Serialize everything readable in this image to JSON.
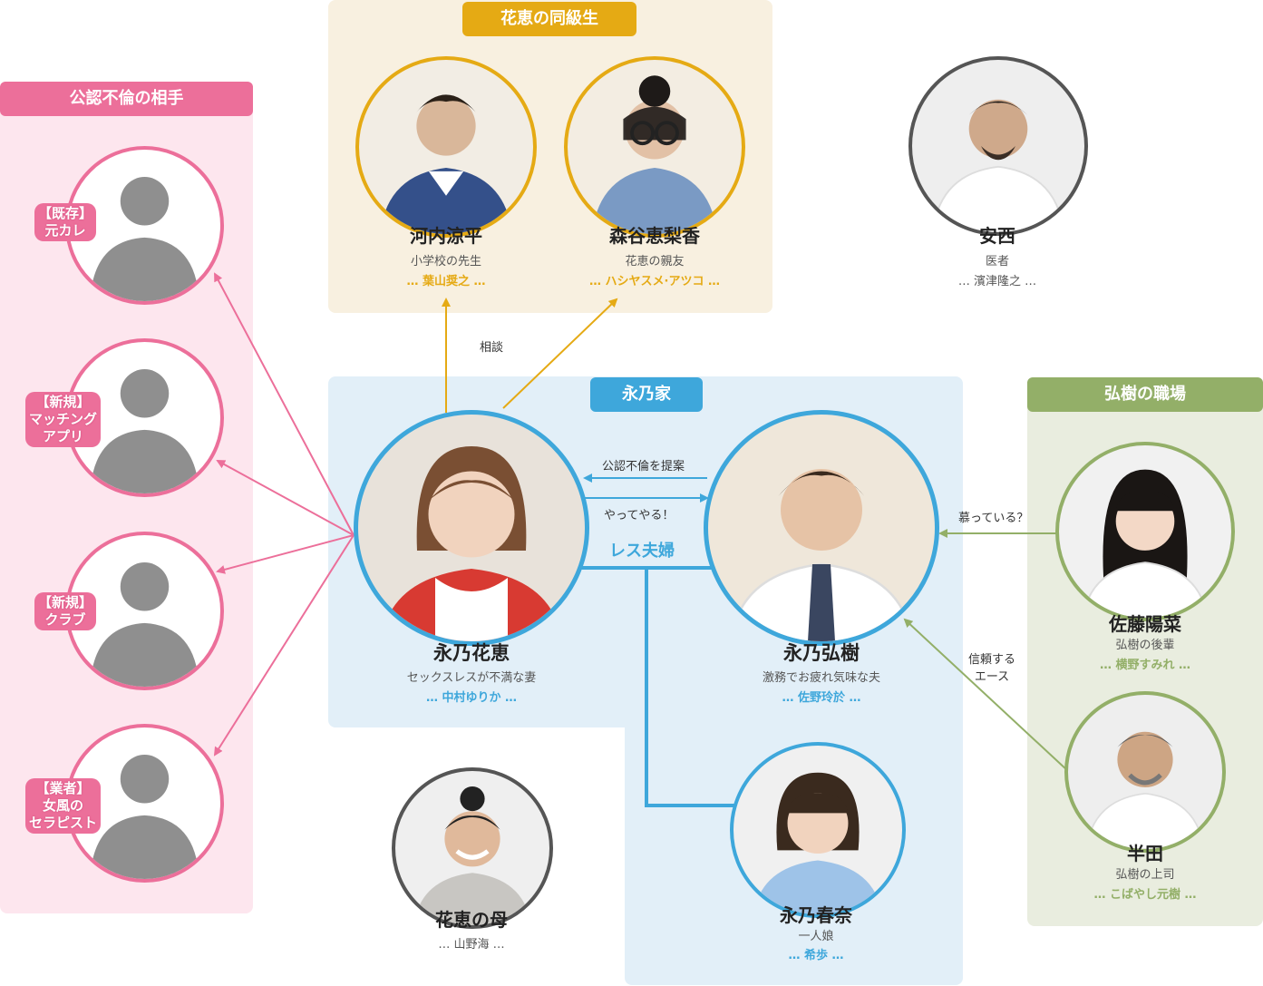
{
  "groups": {
    "affair": "公認不倫の相手",
    "classmates": "花恵の同級生",
    "family": "永乃家",
    "workplace": "弘樹の職場"
  },
  "colors": {
    "pink": "#ec6f9a",
    "gold": "#e5aa14",
    "blue": "#3ea7db",
    "green": "#93af68",
    "gray": "#555555"
  },
  "affair_partners": [
    {
      "tag_line1": "【既存】",
      "tag_line2": "元カレ",
      "tag_line3": ""
    },
    {
      "tag_line1": "【新規】",
      "tag_line2": "マッチング",
      "tag_line3": "アプリ"
    },
    {
      "tag_line1": "【新規】",
      "tag_line2": "クラブ",
      "tag_line3": ""
    },
    {
      "tag_line1": "【業者】",
      "tag_line2": "女風の",
      "tag_line3": "セラピスト"
    }
  ],
  "people": {
    "kawachi": {
      "name": "河内涼平",
      "role": "小学校の先生",
      "actor": "… 葉山奨之 …"
    },
    "moriya": {
      "name": "森谷恵梨香",
      "role": "花恵の親友",
      "actor": "… ハシヤスメ·アツコ …"
    },
    "anzai": {
      "name": "安西",
      "role": "医者",
      "actor": "… 濱津隆之 …"
    },
    "hanae": {
      "name": "永乃花恵",
      "role": "セックスレスが不満な妻",
      "actor": "… 中村ゆりか …"
    },
    "hiroki": {
      "name": "永乃弘樹",
      "role": "激務でお疲れ気味な夫",
      "actor": "… 佐野玲於 …"
    },
    "sato": {
      "name": "佐藤陽菜",
      "role": "弘樹の後輩",
      "actor": "… 横野すみれ …"
    },
    "handa": {
      "name": "半田",
      "role": "弘樹の上司",
      "actor": "… こばやし元樹 …"
    },
    "mother": {
      "name": "花恵の母",
      "role": "",
      "actor": "… 山野海 …"
    },
    "haruna": {
      "name": "永乃春奈",
      "role": "一人娘",
      "actor": "… 希歩 …"
    }
  },
  "relations": {
    "consult": "相談",
    "propose": "公認不倫を提案",
    "accept": "やってやる！",
    "sexless": "レス夫婦",
    "admire": "慕っている？",
    "trust_line1": "信頼する",
    "trust_line2": "エース"
  }
}
